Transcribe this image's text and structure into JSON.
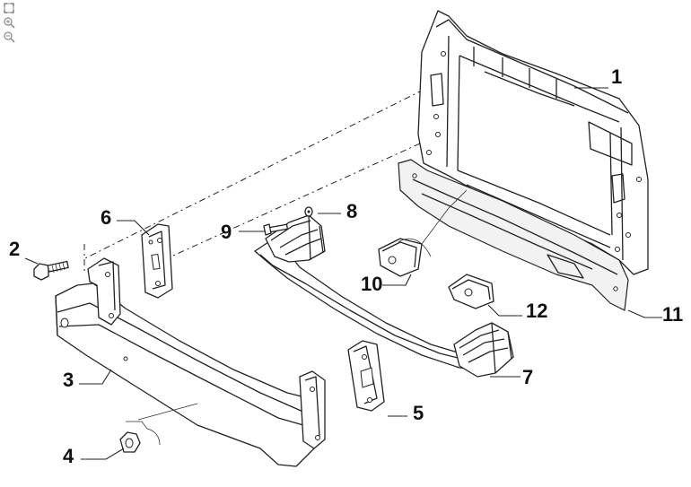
{
  "toolbar": {
    "icons": [
      "fit-page-icon",
      "zoom-in-icon",
      "zoom-out-icon"
    ]
  },
  "diagram": {
    "callouts": {
      "c1": "1",
      "c2": "2",
      "c3": "3",
      "c4": "4",
      "c5": "5",
      "c6": "6",
      "c7": "7",
      "c8": "8",
      "c9": "9",
      "c10": "10",
      "c11": "11",
      "c12": "12"
    }
  }
}
